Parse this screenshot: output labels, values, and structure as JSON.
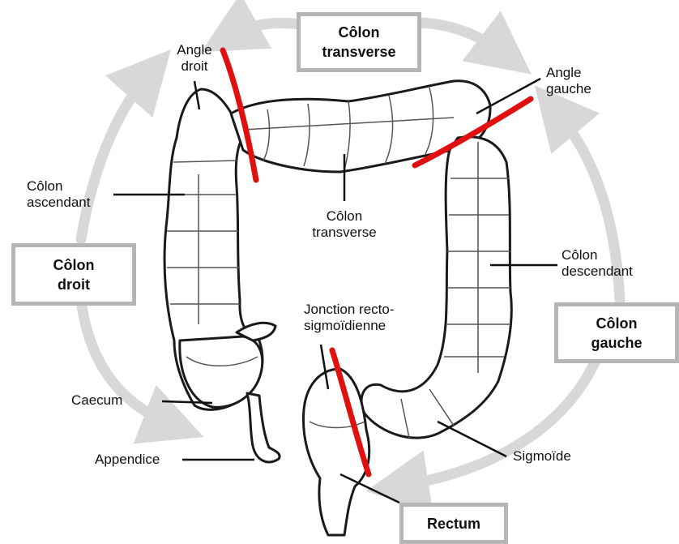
{
  "labels": {
    "angle_droit": [
      "Angle",
      "droit"
    ],
    "angle_gauche": [
      "Angle",
      "gauche"
    ],
    "colon_ascendant": [
      "Côlon",
      "ascendant"
    ],
    "colon_transverse_inner": [
      "Côlon",
      "transverse"
    ],
    "colon_descendant": [
      "Côlon",
      "descendant"
    ],
    "jonction": [
      "Jonction recto-",
      "sigmoïdienne"
    ],
    "caecum": "Caecum",
    "appendice": "Appendice",
    "sigmoide": "Sigmoïde"
  },
  "boxes": {
    "colon_transverse": [
      "Côlon",
      "transverse"
    ],
    "colon_droit": [
      "Côlon",
      "droit"
    ],
    "colon_gauche": [
      "Côlon",
      "gauche"
    ],
    "rectum": "Rectum"
  },
  "colors": {
    "cut_line": "#e01010",
    "box_border": "#b5b5b5",
    "arrow": "#d8d8d8"
  }
}
